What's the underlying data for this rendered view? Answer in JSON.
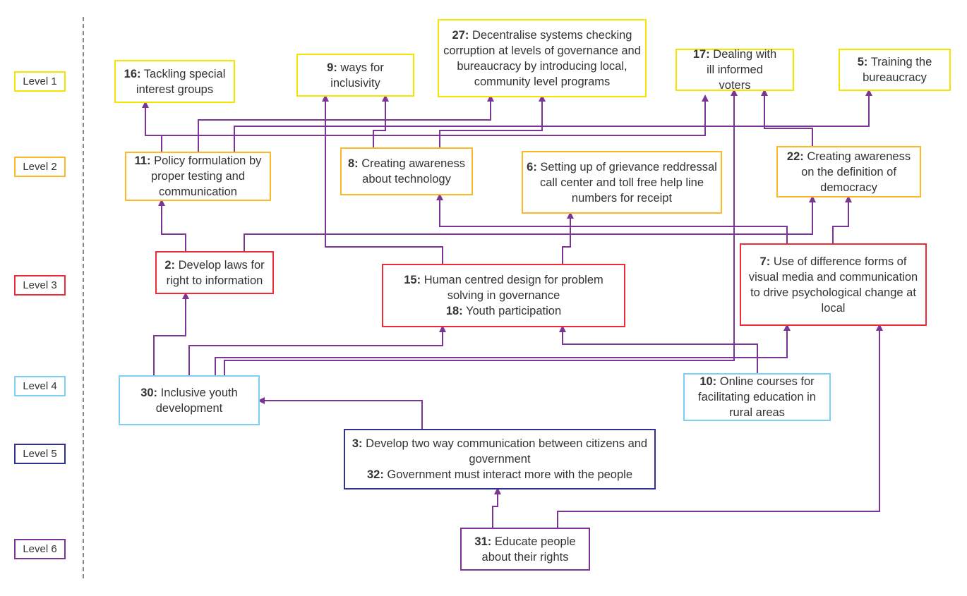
{
  "levels": [
    "Level 1",
    "Level 2",
    "Level 3",
    "Level 4",
    "Level 5",
    "Level 6"
  ],
  "colors": {
    "level1": "#f5e400",
    "level2": "#fbb829",
    "level3": "#ee2b36",
    "level4": "#7dd0f2",
    "level5": "#2e3192",
    "level6": "#7b3594",
    "edge": "#7b3594"
  },
  "nodes": {
    "n16": {
      "num": "16:",
      "text": "Tackling special interest groups"
    },
    "n9": {
      "num": "9:",
      "text": "ways for inclusivity"
    },
    "n27": {
      "num": "27:",
      "text": "Decentralise systems checking corruption at levels of governance and bureaucracy by introducing local, community level programs"
    },
    "n17": {
      "num": "17:",
      "text": "Dealing with ill informed voters"
    },
    "n5": {
      "num": "5:",
      "text": "Training the bureaucracy"
    },
    "n11": {
      "num": "11:",
      "text": "Policy formulation by proper testing and communication"
    },
    "n8": {
      "num": "8:",
      "text": "Creating awareness about technology"
    },
    "n6": {
      "num": "6:",
      "text": "Setting up of grievance reddressal call center and toll free help line numbers for receipt"
    },
    "n22": {
      "num": "22:",
      "text": "Creating awareness on the definition of democracy"
    },
    "n2": {
      "num": "2:",
      "text": "Develop laws for right to information"
    },
    "n15": {
      "num": "15:",
      "text": "Human centred design for problem solving in governance"
    },
    "n18": {
      "num": "18:",
      "text": "Youth participation"
    },
    "n7": {
      "num": "7:",
      "text": "Use of difference forms of visual media and communication to drive psychological change at local"
    },
    "n30": {
      "num": "30:",
      "text": "Inclusive youth development"
    },
    "n10": {
      "num": "10:",
      "text": "Online courses for facilitating education in rural areas"
    },
    "n3": {
      "num": "3:",
      "text": "Develop two way communication between citizens and government"
    },
    "n32": {
      "num": "32:",
      "text": "Government must interact more with the people"
    },
    "n31": {
      "num": "31:",
      "text": "Educate people about their rights"
    }
  }
}
